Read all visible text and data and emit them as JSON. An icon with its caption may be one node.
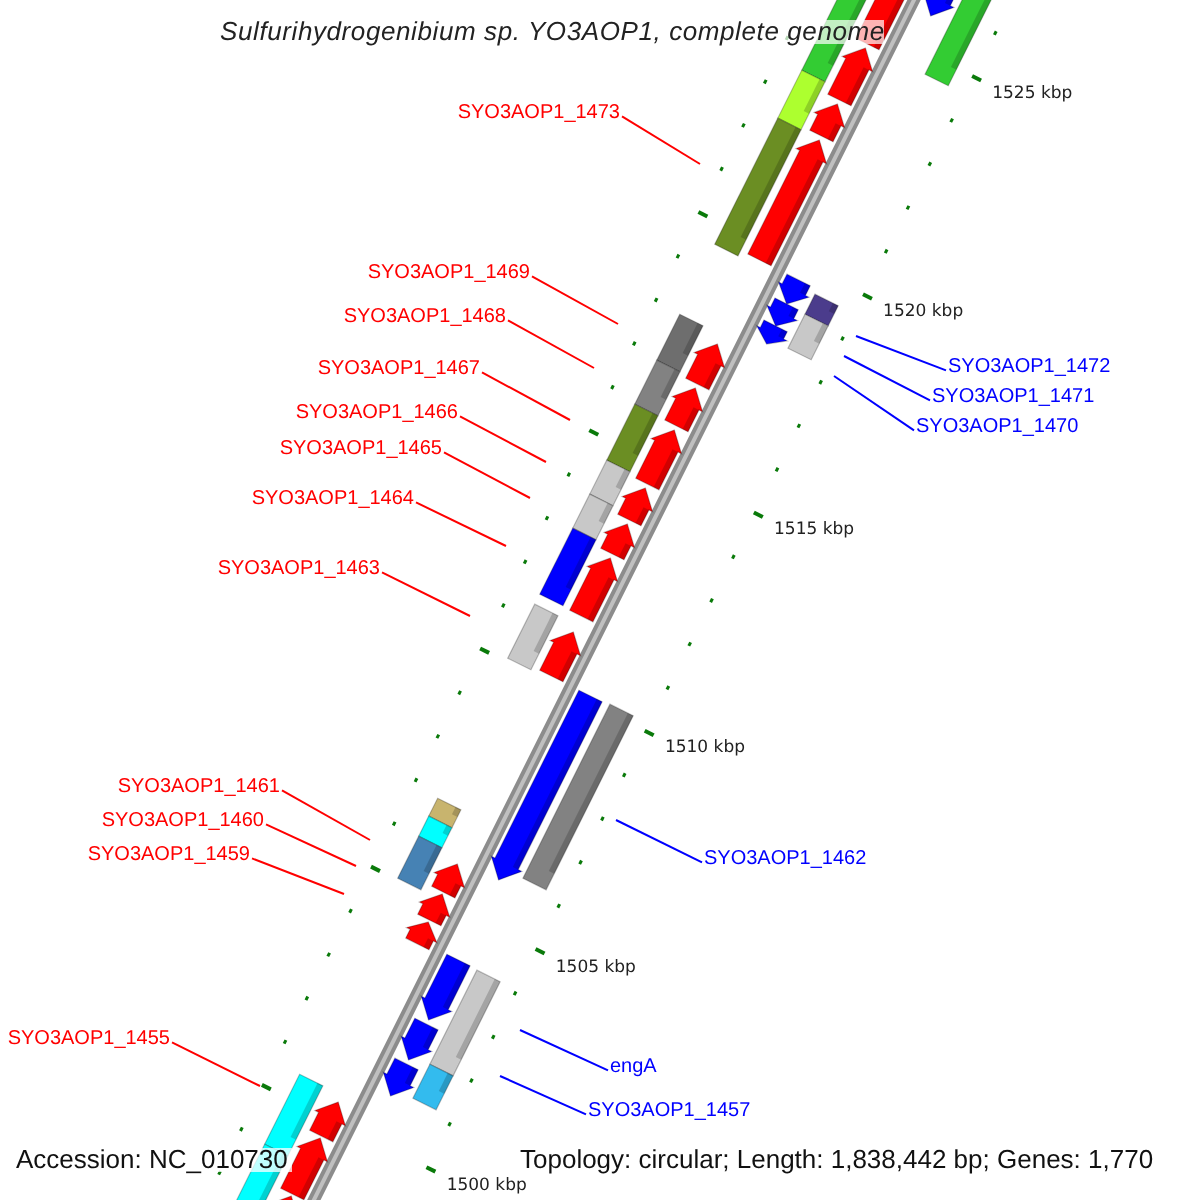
{
  "diagram": {
    "title": "Sulfurihydrogenibium sp. YO3AOP1, complete genome",
    "nodes": [
      {
        "text": [
          "SYO3AOP1_1473"
        ]
      },
      {
        "text": [
          "SYO3AOP1_1469"
        ]
      },
      {
        "text": [
          "SYO3AOP1_1468"
        ]
      },
      {
        "text": [
          "SYO3AOP1_1472"
        ]
      },
      {
        "text": [
          "SYO3AOP1_1467"
        ]
      },
      {
        "text": [
          "SYO3AOP1_1471"
        ]
      },
      {
        "text": [
          "SYO3AOP1_1466"
        ]
      },
      {
        "text": [
          "SYO3AOP1_1470"
        ]
      },
      {
        "text": [
          "SYO3AOP1_1465"
        ]
      },
      {
        "text": [
          "SYO3AOP1_1464"
        ]
      },
      {
        "text": [
          "SYO3AOP1_1463"
        ]
      },
      {
        "text": [
          "SYO3AOP1_1461"
        ]
      },
      {
        "text": [
          "SYO3AOP1_1460"
        ]
      },
      {
        "text": [
          "SYO3AOP1_1459"
        ]
      },
      {
        "text": [
          "SYO3AOP1_1462"
        ]
      },
      {
        "text": [
          "SYO3AOP1_1455"
        ]
      },
      {
        "text": [
          "engA"
        ]
      },
      {
        "text": [
          "SYO3AOP1_1457"
        ]
      }
    ],
    "edges": [
      {
        "from": 0,
        "to": null,
        "arrow": "none"
      },
      {
        "from": 1,
        "to": null,
        "arrow": "none"
      },
      {
        "from": 2,
        "to": null,
        "arrow": "none"
      },
      {
        "from": 3,
        "to": null,
        "arrow": "none",
        "color": "#0000ff"
      },
      {
        "from": 4,
        "to": null,
        "arrow": "none"
      },
      {
        "from": 5,
        "to": null,
        "arrow": "none",
        "color": "#0000ff"
      },
      {
        "from": 6,
        "to": null,
        "arrow": "none"
      },
      {
        "from": 7,
        "to": null,
        "arrow": "none",
        "color": "#0000ff"
      },
      {
        "from": 8,
        "to": null,
        "arrow": "none"
      },
      {
        "from": 9,
        "to": null,
        "arrow": "none"
      },
      {
        "from": 10,
        "to": null,
        "arrow": "none"
      },
      {
        "from": 11,
        "to": null,
        "arrow": "none"
      },
      {
        "from": 12,
        "to": null,
        "arrow": "none"
      },
      {
        "from": 13,
        "to": null,
        "arrow": "none"
      },
      {
        "from": 14,
        "to": null,
        "arrow": "none",
        "color": "#0000ff"
      },
      {
        "from": 15,
        "to": null,
        "arrow": "none"
      },
      {
        "from": 16,
        "to": null,
        "arrow": "none",
        "color": "#0000ff"
      },
      {
        "from": 17,
        "to": null,
        "arrow": "none",
        "color": "#0000ff"
      }
    ],
    "labels": [
      "1525 kbp",
      "1520 kbp",
      "1515 kbp",
      "1510 kbp",
      "1505 kbp",
      "1500 kbp",
      "Accession: NC_010730",
      "Topology: circular; Length: 1,838,442 bp; Genes: 1,770"
    ]
  }
}
